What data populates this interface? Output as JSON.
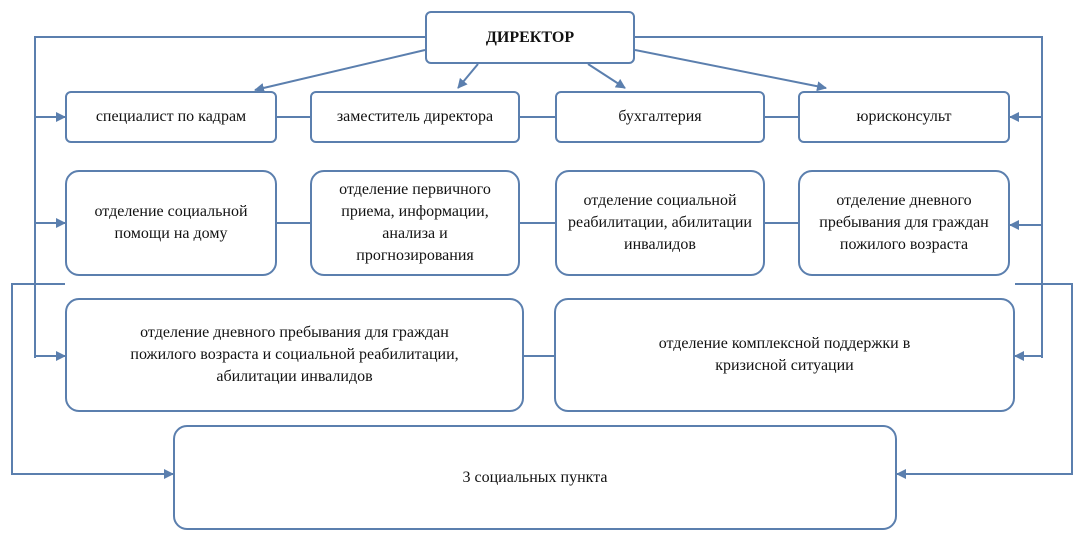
{
  "director": "ДИРЕКТОР",
  "staff": [
    "специалист по кадрам",
    "заместитель директора",
    "бухгалтерия",
    "юрисконсульт"
  ],
  "departments_row1": [
    "отделение социальной помощи на дому",
    "отделение первичного приема, информации, анализа и прогнозирования",
    "отделение социальной реабилитации, абилитации инвалидов",
    "отделение дневного пребывания для граждан пожилого возраста"
  ],
  "departments_row2": [
    "отделение дневного пребывания для граждан пожилого возраста и социальной реабилитации, абилитации инвалидов",
    "отделение комплексной поддержки в кризисной ситуации"
  ],
  "social_points": "3 социальных пункта",
  "colors": {
    "line": "#5b7fae",
    "box_border": "#5b7fae"
  }
}
